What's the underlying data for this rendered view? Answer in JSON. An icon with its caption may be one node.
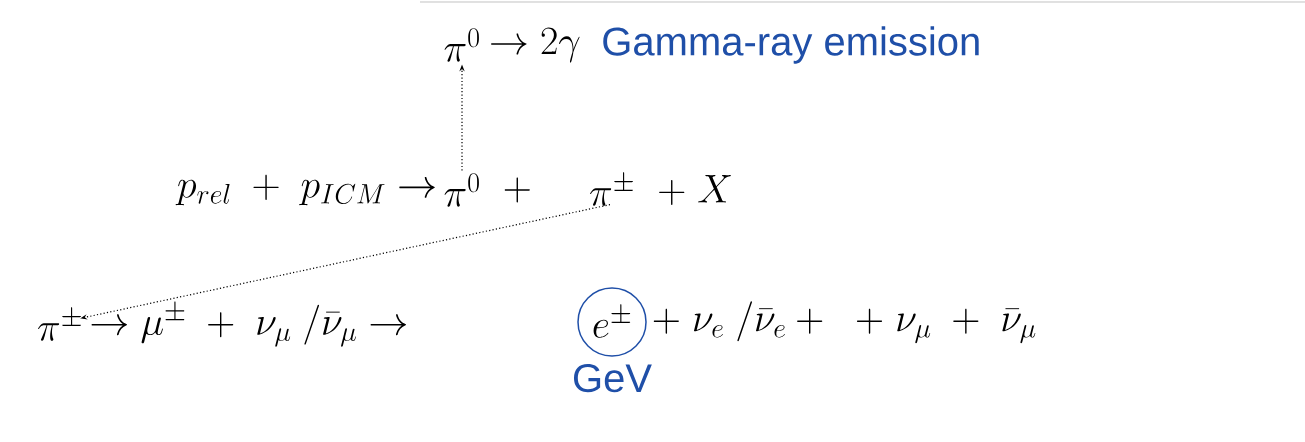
{
  "diagram": {
    "nodes": [
      {
        "text": [
          "\\pi^{0}"
        ]
      },
      {
        "text": [
          "\\pi^{0}"
        ]
      },
      {
        "text": [
          "\\pi^{\\pm}"
        ]
      },
      {
        "text": [
          "\\pi^{\\pm}"
        ]
      },
      {
        "text": [
          "e^{\\pm}"
        ],
        "beside": [
          "GeV"
        ]
      }
    ],
    "edges": [
      {
        "from": 1,
        "to": 0,
        "arrow": "to",
        "style": "dashed"
      },
      {
        "from": 2,
        "to": 3,
        "arrow": "to",
        "style": "dashed"
      }
    ],
    "labels": [
      "\\to 2\\gamma",
      "Gamma-ray emission",
      "p_{rel} \\;+\\; p_{ICM} \\to",
      "+",
      "+\\; X",
      "\\to \\mu^{\\pm} \\;+\\; \\nu_{\\mu} \\;/\\bar{\\nu}_{\\mu} \\to",
      "+\\; \\nu_{e} \\;/\\bar{\\nu}_{e} + \\;\\; + \\; \\nu_{\\mu} \\;+\\; \\bar{\\nu}_{\\mu}"
    ]
  }
}
